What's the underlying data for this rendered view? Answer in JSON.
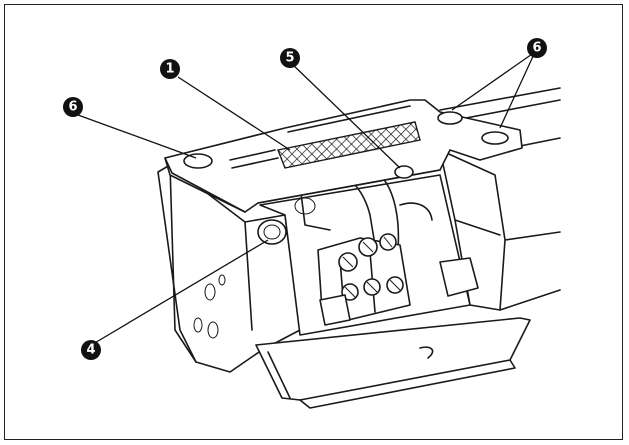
{
  "callouts": [
    {
      "id": "callout-1",
      "label": "1"
    },
    {
      "id": "callout-4",
      "label": "4"
    },
    {
      "id": "callout-5",
      "label": "5"
    },
    {
      "id": "callout-6-left",
      "label": "6"
    },
    {
      "id": "callout-6-right",
      "label": "6"
    }
  ],
  "colors": {
    "line": "#1a1a1a",
    "badge": "#111111",
    "background": "#ffffff"
  }
}
